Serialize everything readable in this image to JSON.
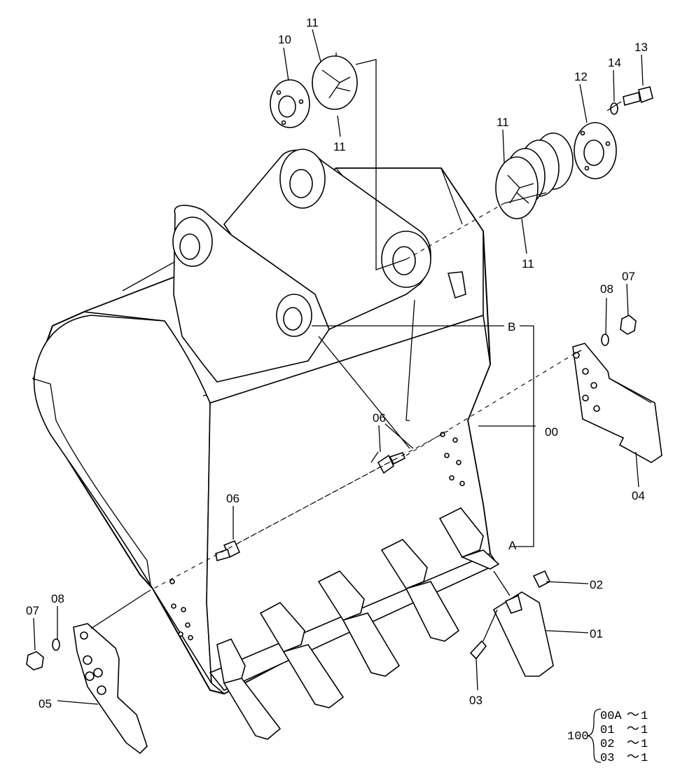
{
  "callouts": {
    "p10": "10",
    "p11_top": "11",
    "p11_top_lower": "11",
    "p13": "13",
    "p14": "14",
    "p12": "12",
    "p11_right": "11",
    "p11_right_lower": "11",
    "p07_right": "07",
    "p08_right": "08",
    "pB": "B",
    "p06_mid": "06",
    "p00": "00",
    "p04": "04",
    "p06_left": "06",
    "pA": "A",
    "p02": "02",
    "p01": "01",
    "p07_left": "07",
    "p08_left": "08",
    "p03": "03",
    "p05": "05"
  },
  "bom": {
    "assembly": "100",
    "rows": [
      {
        "part": "00A",
        "sep": "～",
        "qty": "1"
      },
      {
        "part": "01",
        "sep": "～",
        "qty": "1"
      },
      {
        "part": "02",
        "sep": "～",
        "qty": "1"
      },
      {
        "part": "03",
        "sep": "～",
        "qty": "1"
      }
    ]
  }
}
